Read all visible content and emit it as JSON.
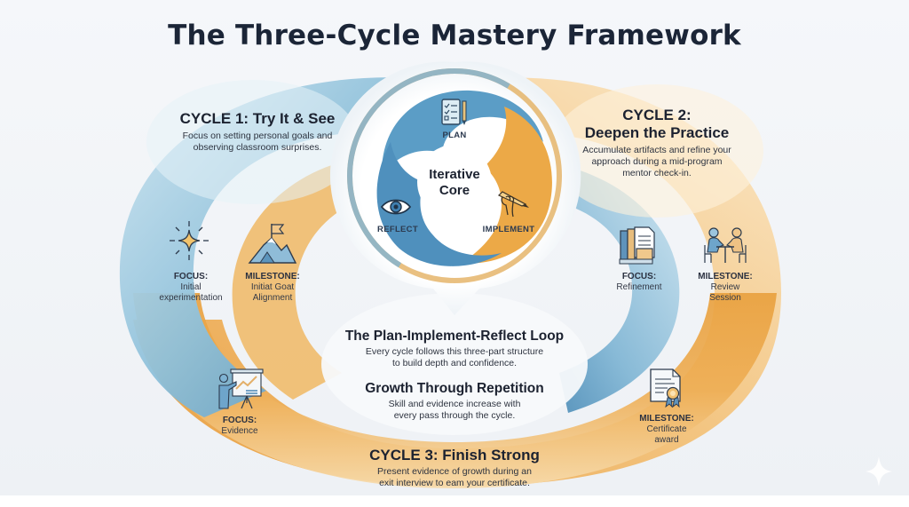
{
  "title": "The Three-Cycle Mastery Framework",
  "colors": {
    "blue": "#5a9ec4",
    "blue_light": "#a9d0e3",
    "orange": "#eba548",
    "orange_light": "#f6d49a",
    "text_dark": "#1b2537"
  },
  "core": {
    "title_line1": "Iterative",
    "title_line2": "Core",
    "steps": [
      {
        "label": "PLAN",
        "icon": "checklist-icon"
      },
      {
        "label": "IMPLEMENT",
        "icon": "hand-pencil-icon"
      },
      {
        "label": "REFLECT",
        "icon": "eye-icon"
      }
    ]
  },
  "cycle1": {
    "heading": "CYCLE 1: Try It & See",
    "desc_line1": "Focus on setting personal goals and",
    "desc_line2": "observing classroom surprises.",
    "focus": {
      "label": "FOCUS:",
      "line1": "Initial",
      "line2": "experimentation",
      "icon": "sparkle-icon"
    },
    "milestone": {
      "label": "MILESTONE:",
      "line1": "Initiat Goat",
      "line2": "Alignment",
      "icon": "mountain-flag-icon"
    }
  },
  "cycle2": {
    "heading_line1": "CYCLE 2:",
    "heading_line2": "Deepen the Practice",
    "desc_line1": "Accumulate artifacts and refine your",
    "desc_line2": "approach during a mid-program",
    "desc_line3": "mentor check-in.",
    "focus": {
      "label": "FOCUS:",
      "line1": "Refinement",
      "icon": "books-documents-icon"
    },
    "milestone": {
      "label": "MILESTONE:",
      "line1": "Review",
      "line2": "Session",
      "icon": "meeting-table-icon"
    }
  },
  "cycle3": {
    "heading": "CYCLE 3: Finish Strong",
    "desc_line1": "Present evidence of growth during an",
    "desc_line2": "exit interview to eam your certificate.",
    "focus": {
      "label": "FOCUS:",
      "line1": "Evidence",
      "icon": "presentation-chart-icon"
    },
    "milestone": {
      "label": "MILESTONE:",
      "line1": "Certificate",
      "line2": "award",
      "icon": "certificate-icon"
    }
  },
  "loop": {
    "heading": "The Plan-Implement-Reflect Loop",
    "desc_line1": "Every cycle follows this three-part structure",
    "desc_line2": "to build depth and confidence."
  },
  "growth": {
    "heading": "Growth Through Repetition",
    "desc_line1": "Skill and evidence increase with",
    "desc_line2": "every pass through the cycle."
  }
}
